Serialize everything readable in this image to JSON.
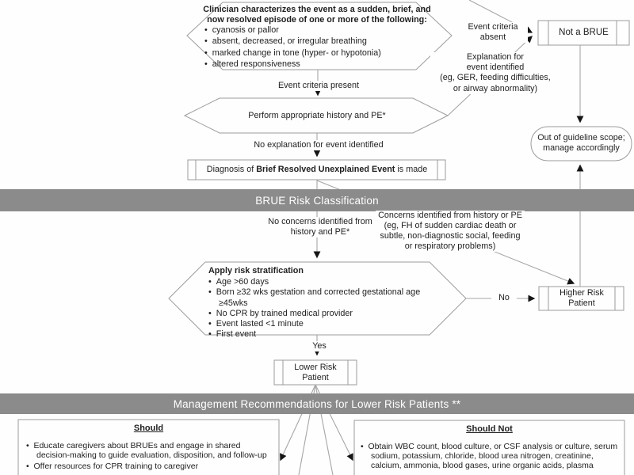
{
  "palette": {
    "banner_bg": "#8b8b8b",
    "banner_text": "#ffffff",
    "line": "#a6a6a6",
    "shape_border": "#9c9c9c",
    "arrow": "#151515",
    "text": "#1f1f1f"
  },
  "flowchart": {
    "characterize_hex": {
      "title_line1": "Clinician characterizes the event as a sudden, brief, and",
      "title_line2": "now resolved episode of one or more of the following:",
      "bullets": [
        "cyanosis or pallor",
        "absent, decreased, or irregular breathing",
        "marked change in tone (hyper- or hypotonia)",
        "altered responsiveness"
      ]
    },
    "labels": {
      "event_criteria_present": "Event criteria present",
      "event_criteria_absent_l1": "Event criteria",
      "event_criteria_absent_l2": "absent",
      "explanation_l1": "Explanation for",
      "explanation_l2": "event identified",
      "explanation_l3": "(eg, GER, feeding difficulties,",
      "explanation_l4": "or airway abnormality)",
      "no_explanation": "No explanation for event identified",
      "no_concerns_l1": "No concerns identified from",
      "no_concerns_l2": "history and PE*",
      "concerns_l1": "Concerns identified from history or PE",
      "concerns_l2": "(eg, FH of sudden cardiac death or",
      "concerns_l3": "subtle, non-diagnostic social, feeding",
      "concerns_l4": "or respiratory problems)",
      "yes": "Yes",
      "no": "No"
    },
    "not_a_brue_box": {
      "label": "Not a BRUE"
    },
    "perform_hex": {
      "label": "Perform appropriate history and PE*"
    },
    "diagnosis_box": {
      "prefix": "Diagnosis of ",
      "bold": "Brief Resolved Unexplained Event",
      "suffix": " is made"
    },
    "banner_risk": {
      "label": "BRUE Risk Classification"
    },
    "out_of_scope": {
      "line1": "Out of guideline scope;",
      "line2": "manage accordingly"
    },
    "risk_hex": {
      "title": "Apply risk stratification",
      "bullets": [
        "Age >60 days",
        "Born ≥32 wks gestation and corrected gestational age ≥45wks",
        "No CPR by trained medical provider",
        "Event lasted <1 minute",
        "First event"
      ]
    },
    "higher_risk_box": {
      "line1": "Higher Risk",
      "line2": "Patient"
    },
    "lower_risk_box": {
      "line1": "Lower Risk",
      "line2": "Patient"
    },
    "banner_mgmt": {
      "label": "Management Recommendations for Lower Risk Patients **"
    },
    "should_box": {
      "title": "Should",
      "bullets": [
        "Educate caregivers about BRUEs and engage in shared decision-making to guide evaluation, disposition, and follow-up",
        "Offer resources for CPR training to caregiver"
      ]
    },
    "should_not_box": {
      "title": "Should Not",
      "bullets": [
        "Obtain WBC count, blood culture, or CSF analysis or culture, serum sodium, potassium, chloride, blood urea nitrogen, creatinine, calcium, ammonia, blood gases, urine organic acids, plasma"
      ]
    }
  }
}
